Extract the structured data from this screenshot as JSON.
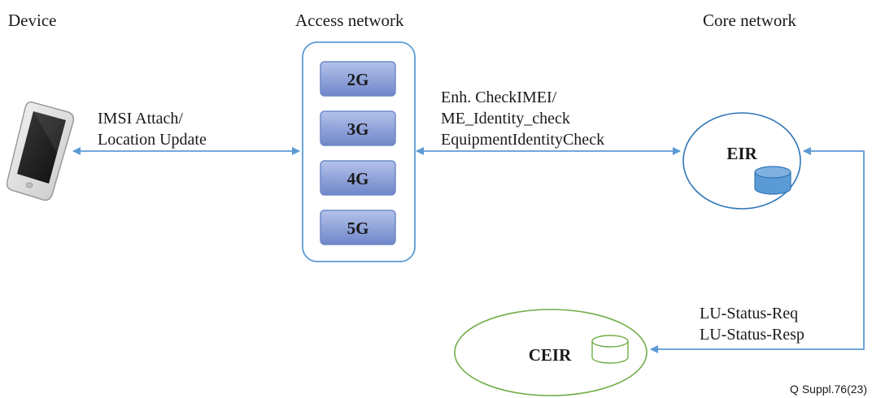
{
  "headings": {
    "device": "Device",
    "access_network": "Access network",
    "core_network": "Core network"
  },
  "access_technologies": [
    "2G",
    "3G",
    "4G",
    "5G"
  ],
  "links": {
    "device_access": [
      "IMSI Attach/",
      "Location Update"
    ],
    "access_eir": [
      "Enh. CheckIMEI/",
      "ME_Identity_check",
      "EquipmentIdentityCheck"
    ],
    "eir_ceir": [
      "LU-Status-Req",
      "LU-Status-Resp"
    ]
  },
  "nodes": {
    "eir": "EIR",
    "ceir": "CEIR"
  },
  "figure_id": "Q Suppl.76(23)",
  "colors": {
    "arrow": "#5b9bd5",
    "box_border": "#6d8ac7",
    "box_fill_top": "#a9b8e4",
    "box_fill_bottom": "#6f86c9",
    "container_border": "#5b9bd5",
    "eir_border": "#2e75b6",
    "db_fill": "#5b9bd5",
    "ceir_border": "#70ad47"
  },
  "icons": {
    "device": "smartphone-icon",
    "eir_db": "database-icon",
    "ceir_db": "database-outline-icon"
  }
}
